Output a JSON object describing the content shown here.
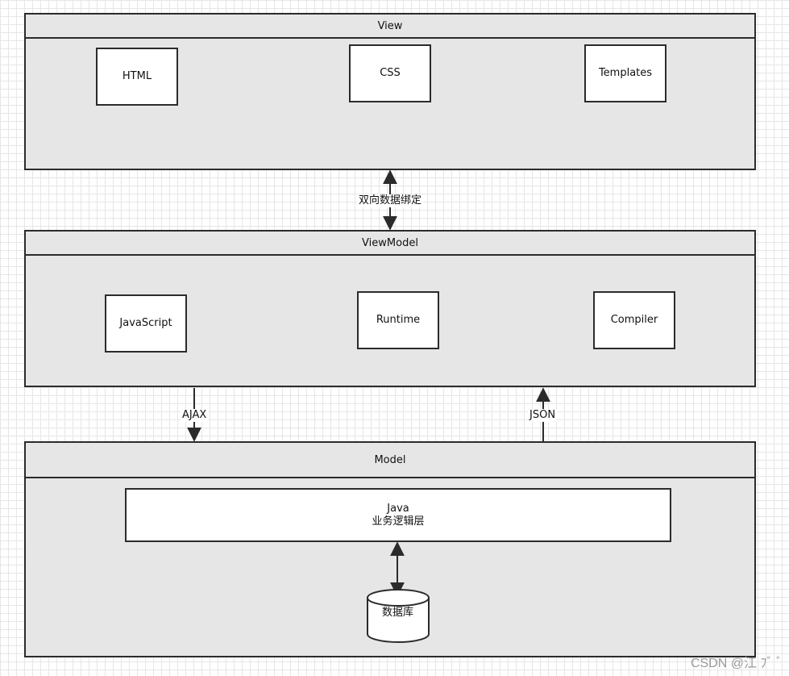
{
  "view": {
    "title": "View",
    "items": [
      "HTML",
      "CSS",
      "Templates"
    ]
  },
  "binding_label": "双向数据绑定",
  "viewmodel": {
    "title": "ViewModel",
    "items": [
      "JavaScript",
      "Runtime",
      "Compiler"
    ]
  },
  "ajax_label": "AJAX",
  "json_label": "JSON",
  "model": {
    "title": "Model",
    "business": {
      "line1": "Java",
      "line2": "业务逻辑层"
    },
    "database": "数据库"
  },
  "watermark": "CSDN @江 ﾌﾞ ﾞ"
}
